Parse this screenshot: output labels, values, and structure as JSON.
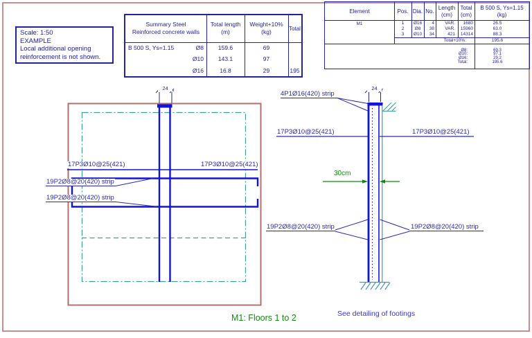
{
  "colors": {
    "navy": "#23239b",
    "drawing_blue": "#1212dd",
    "teal": "#3d9e9e",
    "frame_salmon": "#c98f8f",
    "plan_outline_red": "#b47070",
    "green": "#128a12",
    "note_blue": "#3434d9"
  },
  "scale_note": {
    "lines": [
      "Scale: 1:50",
      "EXAMPLE",
      "Local additional opening",
      "reinforcement is not shown."
    ]
  },
  "summary_table": {
    "col_steel": [
      "Summary Steel",
      "Reinforced concrete walls"
    ],
    "col_length": [
      "Total length",
      "(m)"
    ],
    "col_weight": [
      "Weight+10%",
      "(kg)"
    ],
    "col_total": "Total",
    "grade": "B 500 S, Ys=1.15",
    "rows": [
      {
        "dia": "Ø8",
        "length": "159.6",
        "weight": "69",
        "total": ""
      },
      {
        "dia": "Ø10",
        "length": "143.1",
        "weight": "97",
        "total": ""
      },
      {
        "dia": "Ø16",
        "length": "16.8",
        "weight": "29",
        "total": "195"
      }
    ]
  },
  "element_table": {
    "col_element": "Element",
    "col_pos": "Pos.",
    "col_dia": "Dia.",
    "col_no": "No.",
    "col_length": [
      "Length",
      "(cm)"
    ],
    "col_total": [
      "Total",
      "(cm)"
    ],
    "col_kg": [
      "B 500 S, Ys=1.15",
      "(kg)"
    ],
    "element_name": "M1",
    "rows": [
      {
        "pos": "1",
        "dia": "Ø16",
        "no": "4",
        "length": "VAR.",
        "total": "1680",
        "kg": "26.5"
      },
      {
        "pos": "2",
        "dia": "Ø8",
        "no": "38",
        "length": "VAR.",
        "total": "15960",
        "kg": "63.0"
      },
      {
        "pos": "3",
        "dia": "Ø10",
        "no": "34",
        "length": "421",
        "total": "14314",
        "kg": "88.3"
      }
    ],
    "total_row": {
      "label": "Total+10%:",
      "value": "195.6"
    },
    "summary_rows": [
      {
        "label": "Ø8:",
        "value": "69.3"
      },
      {
        "label": "Ø10:",
        "value": "97.1"
      },
      {
        "label": "Ø16:",
        "value": "29.2"
      },
      {
        "label": "Total:",
        "value": "195.6"
      }
    ]
  },
  "plan_view": {
    "dim_width": "24",
    "mesh_label_left": "17P3Ø10@25(421)",
    "mesh_label_right": "17P3Ø10@25(421)",
    "strip_label_1": "19P2Ø8@20(420) strip",
    "strip_label_2": "19P2Ø8@20(420) strip"
  },
  "section_view": {
    "dim_width": "24",
    "top_strip_label": "4P1Ø16(420) strip",
    "mesh_label_left": "17P3Ø10@25(421)",
    "mesh_label_right": "17P3Ø10@25(421)",
    "thickness_label": "30cm",
    "strip_label_left": "19P2Ø8@20(420) strip",
    "strip_label_right": "19P2Ø8@20(420) strip",
    "footing_note": "See detailing of footings"
  },
  "title": "M1: Floors 1 to 2"
}
